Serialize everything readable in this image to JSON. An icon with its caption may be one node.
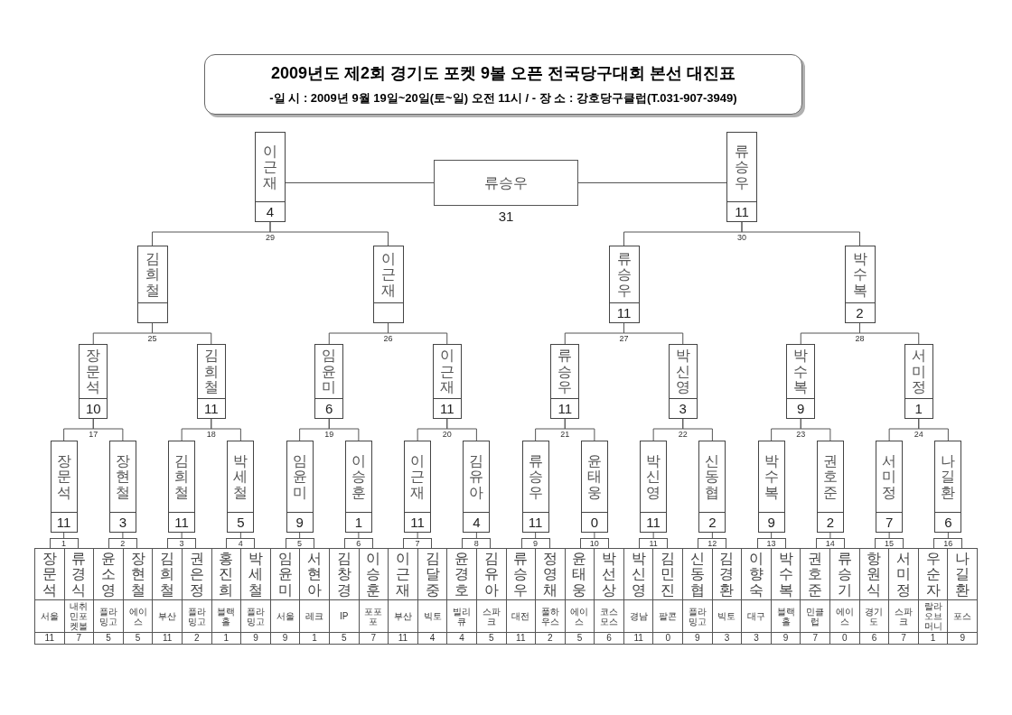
{
  "diagram": {
    "nodes": [
      {
        "text": [
          "2009년도 제2회 경기도 포켓 9볼 오픈 전국당구대회 본선 대진표",
          "-일 시 : 2009년 9월 19일~20일(토~일) 오전 11시 / - 장 소 : 강호당구클럽(T.031-907-3949)"
        ]
      },
      {
        "text": [
          "이근재",
          "4"
        ],
        "beside": [
          "29"
        ]
      },
      {
        "text": [
          "류승우"
        ],
        "beside": [
          "31"
        ]
      },
      {
        "text": [
          "류승우",
          "11"
        ],
        "beside": [
          "30"
        ]
      },
      {
        "text": [
          "김희철"
        ],
        "beside": [
          "25"
        ]
      },
      {
        "text": [
          "이근재"
        ],
        "beside": [
          "26"
        ]
      },
      {
        "text": [
          "류승우",
          "11"
        ],
        "beside": [
          "27"
        ]
      },
      {
        "text": [
          "박수복",
          "2"
        ],
        "beside": [
          "28"
        ]
      },
      {
        "text": [
          "장문석",
          "10"
        ],
        "beside": [
          "17"
        ]
      },
      {
        "text": [
          "김희철",
          "11"
        ],
        "beside": [
          "18"
        ]
      },
      {
        "text": [
          "임윤미",
          "6"
        ],
        "beside": [
          "19"
        ]
      },
      {
        "text": [
          "이근재",
          "11"
        ],
        "beside": [
          "20"
        ]
      },
      {
        "text": [
          "류승우",
          "11"
        ],
        "beside": [
          "21"
        ]
      },
      {
        "text": [
          "박신영",
          "3"
        ],
        "beside": [
          "22"
        ]
      },
      {
        "text": [
          "박수복",
          "9"
        ],
        "beside": [
          "23"
        ]
      },
      {
        "text": [
          "서미정",
          "1"
        ],
        "beside": [
          "24"
        ]
      },
      {
        "text": [
          "장문석",
          "11"
        ]
      },
      {
        "text": [
          "장현철",
          "3"
        ]
      },
      {
        "text": [
          "김희철",
          "11"
        ]
      },
      {
        "text": [
          "박세철",
          "5"
        ]
      },
      {
        "text": [
          "임윤미",
          "9"
        ]
      },
      {
        "text": [
          "이승훈",
          "1"
        ]
      },
      {
        "text": [
          "이근재",
          "11"
        ]
      },
      {
        "text": [
          "김유아",
          "4"
        ]
      },
      {
        "text": [
          "류승우",
          "11"
        ]
      },
      {
        "text": [
          "윤태웅",
          "0"
        ]
      },
      {
        "text": [
          "박신영",
          "11"
        ]
      },
      {
        "text": [
          "신동협",
          "2"
        ]
      },
      {
        "text": [
          "박수복",
          "9"
        ]
      },
      {
        "text": [
          "권호준",
          "2"
        ]
      },
      {
        "text": [
          "서미정",
          "7"
        ]
      },
      {
        "text": [
          "나길환",
          "6"
        ]
      },
      {
        "text": [
          "1"
        ]
      },
      {
        "text": [
          "2"
        ]
      },
      {
        "text": [
          "3"
        ]
      },
      {
        "text": [
          "4"
        ]
      },
      {
        "text": [
          "5"
        ]
      },
      {
        "text": [
          "6"
        ]
      },
      {
        "text": [
          "7"
        ]
      },
      {
        "text": [
          "8"
        ]
      },
      {
        "text": [
          "9"
        ]
      },
      {
        "text": [
          "10"
        ]
      },
      {
        "text": [
          "11"
        ]
      },
      {
        "text": [
          "12"
        ]
      },
      {
        "text": [
          "13"
        ]
      },
      {
        "text": [
          "14"
        ]
      },
      {
        "text": [
          "15"
        ]
      },
      {
        "text": [
          "16"
        ]
      }
    ],
    "edges": [
      {
        "from": 1,
        "to": 2,
        "arrow": "none"
      },
      {
        "from": 3,
        "to": 2,
        "arrow": "none"
      },
      {
        "from": 4,
        "to": 1,
        "arrow": "none"
      },
      {
        "from": 5,
        "to": 1,
        "arrow": "none"
      },
      {
        "from": 6,
        "to": 3,
        "arrow": "none"
      },
      {
        "from": 7,
        "to": 3,
        "arrow": "none"
      },
      {
        "from": 8,
        "to": 4,
        "arrow": "none"
      },
      {
        "from": 9,
        "to": 4,
        "arrow": "none"
      },
      {
        "from": 10,
        "to": 5,
        "arrow": "none"
      },
      {
        "from": 11,
        "to": 5,
        "arrow": "none"
      },
      {
        "from": 12,
        "to": 6,
        "arrow": "none"
      },
      {
        "from": 13,
        "to": 6,
        "arrow": "none"
      },
      {
        "from": 14,
        "to": 7,
        "arrow": "none"
      },
      {
        "from": 15,
        "to": 7,
        "arrow": "none"
      },
      {
        "from": 16,
        "to": 8,
        "arrow": "none"
      },
      {
        "from": 17,
        "to": 8,
        "arrow": "none"
      },
      {
        "from": 18,
        "to": 9,
        "arrow": "none"
      },
      {
        "from": 19,
        "to": 9,
        "arrow": "none"
      },
      {
        "from": 20,
        "to": 10,
        "arrow": "none"
      },
      {
        "from": 21,
        "to": 10,
        "arrow": "none"
      },
      {
        "from": 22,
        "to": 11,
        "arrow": "none"
      },
      {
        "from": 23,
        "to": 11,
        "arrow": "none"
      },
      {
        "from": 24,
        "to": 12,
        "arrow": "none"
      },
      {
        "from": 25,
        "to": 12,
        "arrow": "none"
      },
      {
        "from": 26,
        "to": 13,
        "arrow": "none"
      },
      {
        "from": 27,
        "to": 13,
        "arrow": "none"
      },
      {
        "from": 28,
        "to": 14,
        "arrow": "none"
      },
      {
        "from": 29,
        "to": 14,
        "arrow": "none"
      },
      {
        "from": 30,
        "to": 15,
        "arrow": "none"
      },
      {
        "from": 31,
        "to": 15,
        "arrow": "none"
      },
      {
        "from": 32,
        "to": 16,
        "arrow": "none"
      },
      {
        "from": 33,
        "to": 17,
        "arrow": "none"
      },
      {
        "from": 34,
        "to": 18,
        "arrow": "none"
      },
      {
        "from": 35,
        "to": 19,
        "arrow": "none"
      },
      {
        "from": 36,
        "to": 20,
        "arrow": "none"
      },
      {
        "from": 37,
        "to": 21,
        "arrow": "none"
      },
      {
        "from": 38,
        "to": 22,
        "arrow": "none"
      },
      {
        "from": 39,
        "to": 23,
        "arrow": "none"
      },
      {
        "from": 40,
        "to": 24,
        "arrow": "none"
      },
      {
        "from": 41,
        "to": 25,
        "arrow": "none"
      },
      {
        "from": 42,
        "to": 26,
        "arrow": "none"
      },
      {
        "from": 43,
        "to": 27,
        "arrow": "none"
      },
      {
        "from": 44,
        "to": 28,
        "arrow": "none"
      },
      {
        "from": 45,
        "to": 29,
        "arrow": "none"
      },
      {
        "from": 46,
        "to": 30,
        "arrow": "none"
      },
      {
        "from": 47,
        "to": 31,
        "arrow": "none"
      }
    ],
    "labels": [
      "장문석",
      "류경식",
      "윤소영",
      "장현철",
      "김희철",
      "권은정",
      "홍진희",
      "박세철",
      "임윤미",
      "서현아",
      "김창경",
      "이승훈",
      "이근재",
      "김달중",
      "윤경호",
      "김유아",
      "류승우",
      "정영채",
      "윤태웅",
      "박선상",
      "박신영",
      "김민진",
      "신동협",
      "김경환",
      "이향숙",
      "박수복",
      "권호준",
      "류승기",
      "항원식",
      "서미정",
      "우순자",
      "나길환",
      "서울",
      "내취민포켓볼",
      "플라밍고",
      "에이스",
      "부산",
      "플라밍고",
      "블랙홀",
      "플라밍고",
      "서울",
      "레크",
      "IP",
      "포포포",
      "부산",
      "빅토",
      "빌리큐",
      "스파크",
      "대전",
      "풀하우스",
      "에이스",
      "코스모스",
      "경남",
      "팔콘",
      "플라밍고",
      "빅토",
      "대구",
      "블랙홀",
      "민클럽",
      "에이스",
      "경기도",
      "스파크",
      "랄라오브머니",
      "포스",
      "11",
      "7",
      "5",
      "5",
      "11",
      "2",
      "1",
      "9",
      "9",
      "1",
      "5",
      "7",
      "11",
      "4",
      "4",
      "5",
      "11",
      "2",
      "5",
      "6",
      "11",
      "0",
      "9",
      "3",
      "3",
      "9",
      "7",
      "0",
      "6",
      "7",
      "1",
      "9"
    ]
  }
}
